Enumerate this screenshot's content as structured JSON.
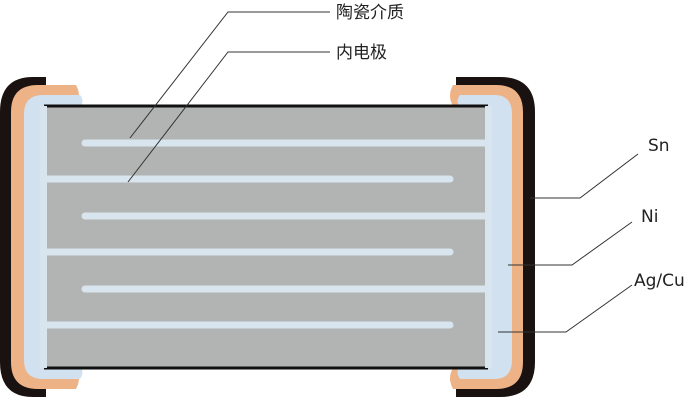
{
  "labels": {
    "ceramic_dielectric": "陶瓷介质",
    "inner_electrode": "内电极",
    "sn": "Sn",
    "ni": "Ni",
    "ag_cu": "Ag/Cu"
  },
  "colors": {
    "sn_layer": "#1a1111",
    "ag_cu_layer": "#eeb287",
    "ni_layer": "#d2e1ef",
    "ceramic": "#b2b4b3",
    "electrode": "#d8e4ee",
    "outline": "#111111",
    "leader_line": "#333333"
  }
}
